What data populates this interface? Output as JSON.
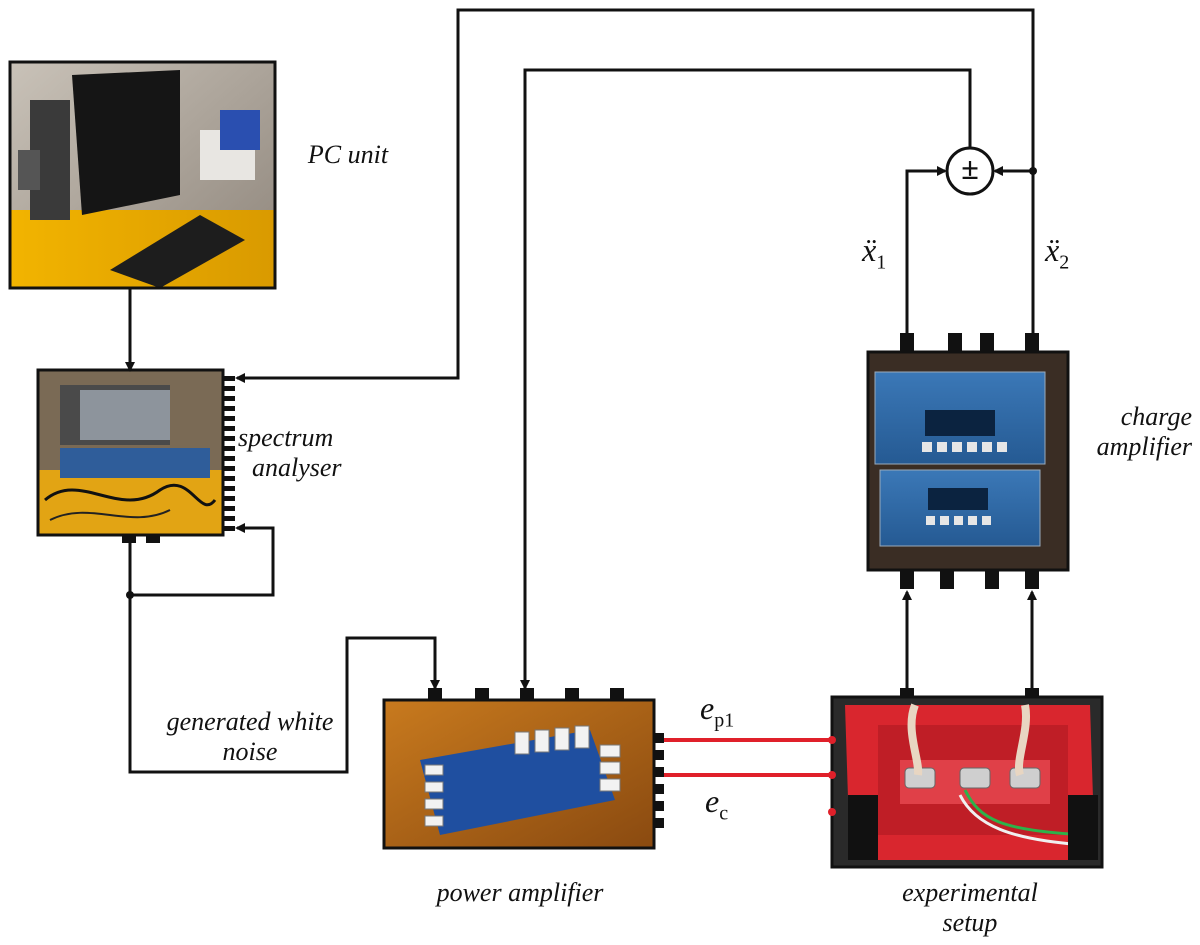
{
  "labels": {
    "pc_unit": "PC unit",
    "spectrum_analyser_line1": "spectrum",
    "spectrum_analyser_line2": "analyser",
    "charge_amplifier_line1": "charge",
    "charge_amplifier_line2": "amplifier",
    "generated_noise_line1": "generated white",
    "generated_noise_line2": "noise",
    "power_amplifier": "power amplifier",
    "experimental_setup_line1": "experimental",
    "experimental_setup_line2": "setup"
  },
  "signals": {
    "x1_base": "ẍ",
    "x1_sub": "1",
    "x2_base": "ẍ",
    "x2_sub": "2",
    "ep1_base": "e",
    "ep1_sub": "p1",
    "ec_base": "e",
    "ec_sub": "c",
    "summing_junction": "±"
  },
  "colors": {
    "line": "#111111",
    "signal_wire": "#e0202a"
  }
}
